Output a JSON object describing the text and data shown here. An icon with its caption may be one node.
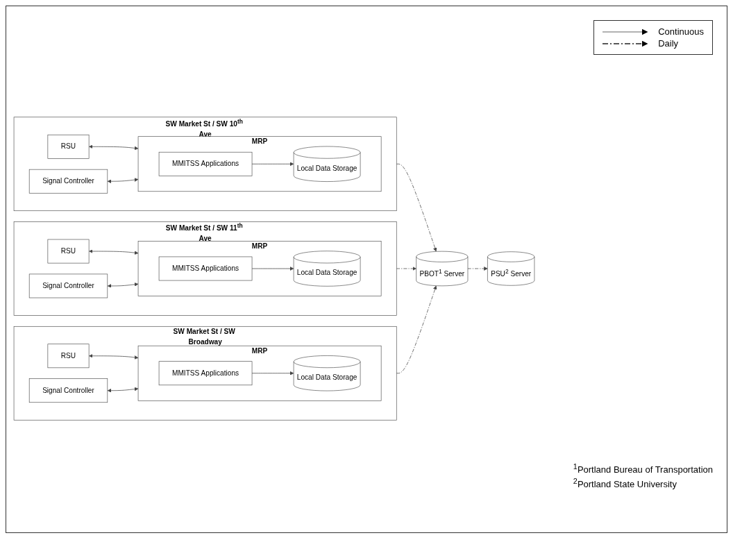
{
  "diagram": {
    "nodes": [
      {
        "text": [
          "SW Market St / SW 10$^{th}$ Ave"
        ]
      },
      {
        "text": [
          "RSU"
        ],
        "in": 0
      },
      {
        "text": [
          "Signal Controller"
        ],
        "in": 0
      },
      {
        "text": [
          "MRP"
        ],
        "in": 0
      },
      {
        "text": [
          "MMITSS Applications"
        ],
        "in": 3
      },
      {
        "text": [
          "Local Data Storage"
        ],
        "in": 3
      },
      {
        "text": [
          "SW Market St / SW 11$^{th}$ Ave"
        ]
      },
      {
        "text": [
          "RSU"
        ],
        "in": 6
      },
      {
        "text": [
          "Signal Controller"
        ],
        "in": 6
      },
      {
        "text": [
          "MRP"
        ],
        "in": 6
      },
      {
        "text": [
          "MMITSS Applications"
        ],
        "in": 9
      },
      {
        "text": [
          "Local Data Storage"
        ],
        "in": 9
      },
      {
        "text": [
          "SW Market St / SW Broadway"
        ]
      },
      {
        "text": [
          "RSU"
        ],
        "in": 12
      },
      {
        "text": [
          "Signal Controller"
        ],
        "in": 12
      },
      {
        "text": [
          "MRP"
        ],
        "in": 12
      },
      {
        "text": [
          "MMITSS Applications"
        ],
        "in": 15
      },
      {
        "text": [
          "Local Data Storage"
        ],
        "in": 15
      },
      {
        "text": [
          "PBOT$^{1}$ Server"
        ]
      },
      {
        "text": [
          "PSU$^{2}$ Server"
        ]
      }
    ],
    "edges": [
      {
        "from": 1,
        "to": 3,
        "arrow": "both"
      },
      {
        "from": 2,
        "to": 3,
        "arrow": "both"
      },
      {
        "from": 4,
        "to": 5,
        "arrow": "to"
      },
      {
        "from": 7,
        "to": 9,
        "arrow": "both"
      },
      {
        "from": 8,
        "to": 9,
        "arrow": "both"
      },
      {
        "from": 10,
        "to": 11,
        "arrow": "to"
      },
      {
        "from": 13,
        "to": 15,
        "arrow": "both"
      },
      {
        "from": 14,
        "to": 15,
        "arrow": "both"
      },
      {
        "from": 16,
        "to": 17,
        "arrow": "to"
      },
      {
        "from": 0,
        "to": 18,
        "arrow": "to",
        "style": "dashed"
      },
      {
        "from": 6,
        "to": 18,
        "arrow": "to",
        "style": "dashed"
      },
      {
        "from": 12,
        "to": 18,
        "arrow": "to",
        "style": "dashed"
      },
      {
        "from": 18,
        "to": 19,
        "arrow": "to",
        "style": "dashed"
      }
    ],
    "labels": [
      "$^{1}$Portland Bureau of Transportation",
      "$^{2}$Portland State University"
    ],
    "legend": [
      {
        "text": "Continuous"
      },
      {
        "text": "Daily"
      }
    ]
  }
}
